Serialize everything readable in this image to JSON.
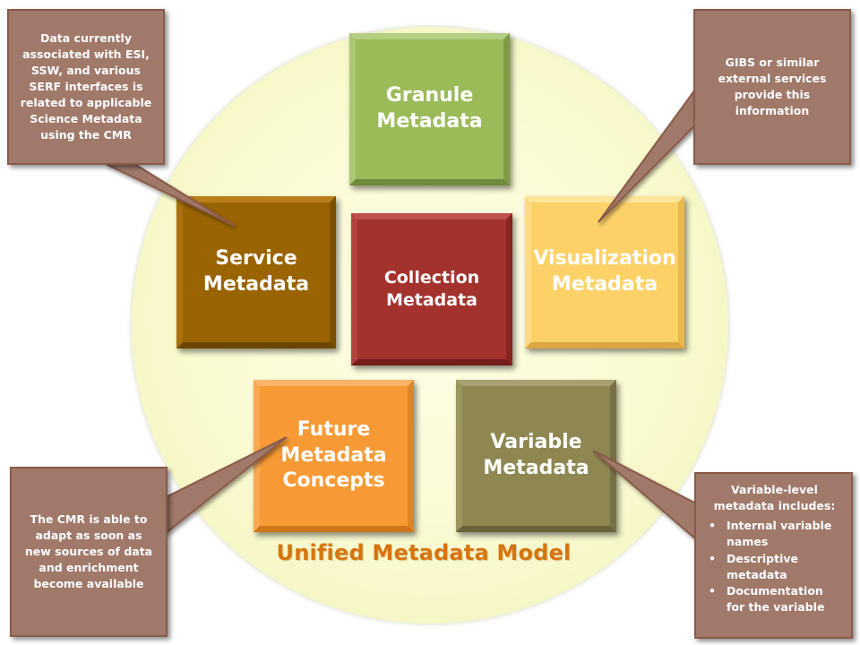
{
  "diagram": {
    "title": "Unified Metadata Model",
    "boxes": {
      "granule": "Granule\nMetadata",
      "service": "Service\nMetadata",
      "collection": "Collection\nMetadata",
      "visualization": "Visualization\nMetadata",
      "future": "Future\nMetadata\nConcepts",
      "variable": "Variable\nMetadata"
    },
    "callouts": {
      "service_note": "Data currently\nassociated with ESI,\nSSW, and various\nSERF interfaces is\nrelated to applicable\nScience Metadata\nusing the CMR",
      "visualization_note": "GIBS or similar\nexternal services\nprovide this\ninformation",
      "future_note": "The CMR is able to\nadapt as soon as\nnew sources of data\nand enrichment\nbecome available",
      "variable_note": {
        "heading": "Variable-level\nmetadata includes:",
        "items": [
          "Internal variable\nnames",
          "Descriptive\nmetadata",
          "Documentation\nfor the variable"
        ]
      }
    },
    "colors": {
      "circle": "#fafad0",
      "granule": "#9bbb59",
      "service": "#9a6403",
      "collection": "#a3322d",
      "visualization": "#fcd268",
      "future": "#f79a36",
      "variable": "#8f8752",
      "callout": "#a0796a",
      "title": "#d6750f"
    }
  }
}
